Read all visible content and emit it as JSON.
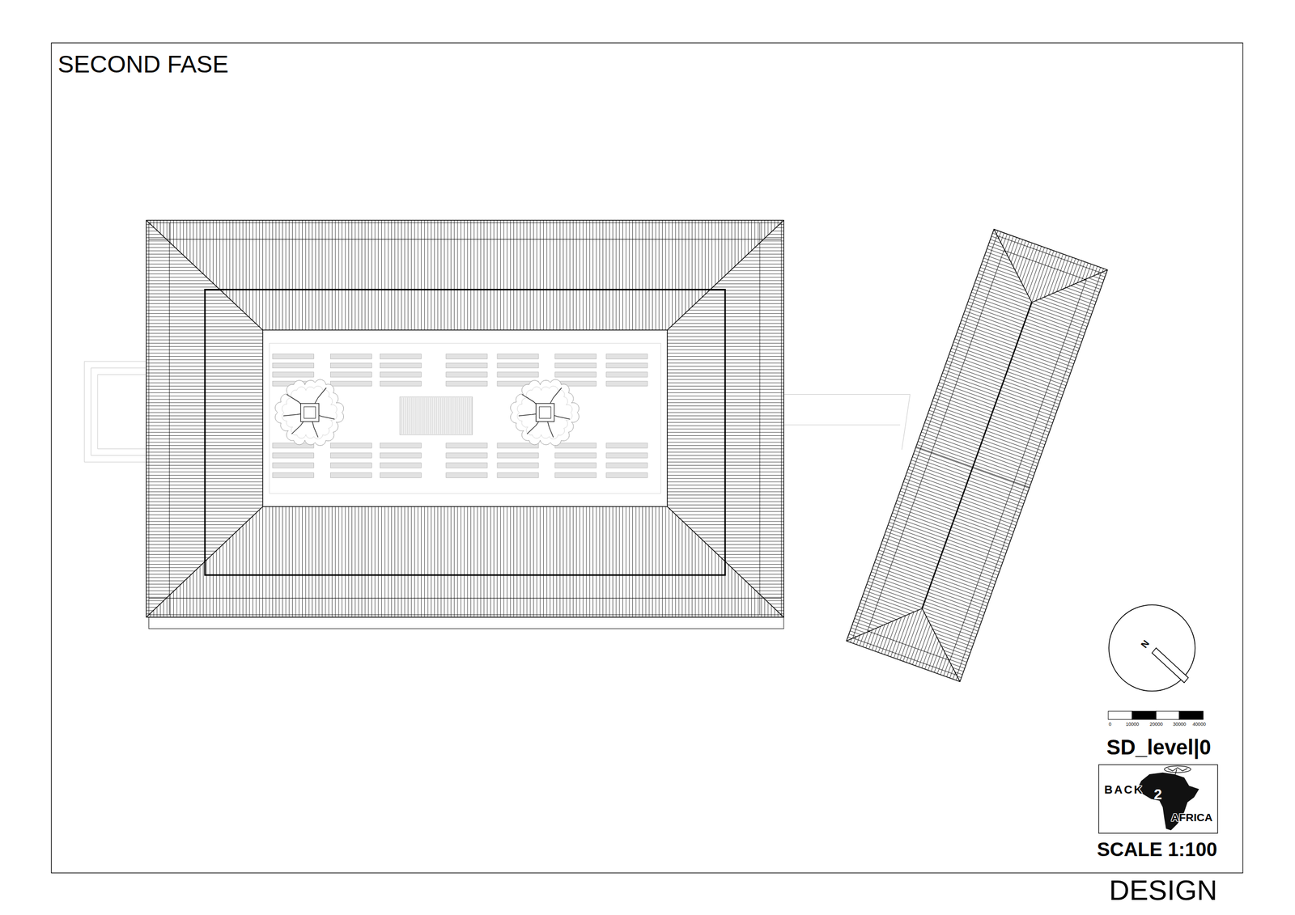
{
  "diagram": {
    "title": "SECOND FASE",
    "nodes": [
      {
        "text": [
          "N"
        ]
      },
      {
        "text": [
          "BACK",
          "2",
          "AFRICA"
        ]
      }
    ],
    "labels": [
      "0",
      "10000",
      "20000",
      "30000",
      "40000",
      "SD_level|0",
      "SCALE 1:100",
      "DESIGN"
    ]
  }
}
